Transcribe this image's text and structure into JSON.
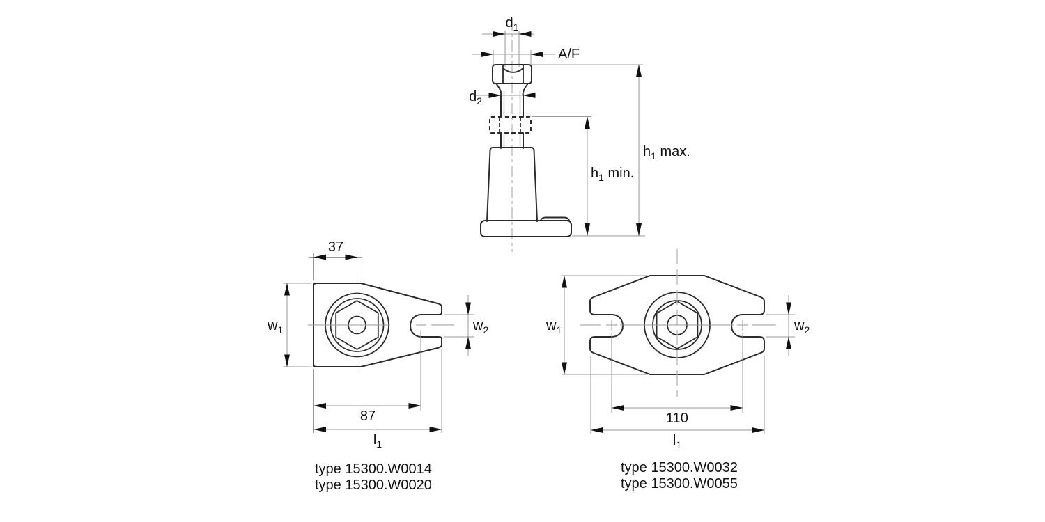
{
  "side_view": {
    "d1": {
      "base": "d",
      "sub": "1"
    },
    "af": "A/F",
    "d2": {
      "base": "d",
      "sub": "2"
    },
    "h1_min": {
      "base": "h",
      "sub": "1",
      "suffix": " min."
    },
    "h1_max": {
      "base": "h",
      "sub": "1",
      "suffix": " max."
    }
  },
  "left_view": {
    "dim_front_width": "37",
    "dim_center_to_slot": "87",
    "types": [
      "type 15300.W0014",
      "type 15300.W0020"
    ]
  },
  "right_view": {
    "dim_slot_spacing": "110",
    "types": [
      "type 15300.W0032",
      "type 15300.W0055"
    ]
  },
  "shared_labels": {
    "w1": {
      "base": "w",
      "sub": "1"
    },
    "w2": {
      "base": "w",
      "sub": "2"
    },
    "l1": {
      "base": "l",
      "sub": "1"
    }
  },
  "colors": {
    "outline": "#2b2b2b",
    "thin_line": "#999999",
    "center_line": "#b0b0b0",
    "arrow": "#111111",
    "text": "#111111",
    "background": "#ffffff"
  }
}
